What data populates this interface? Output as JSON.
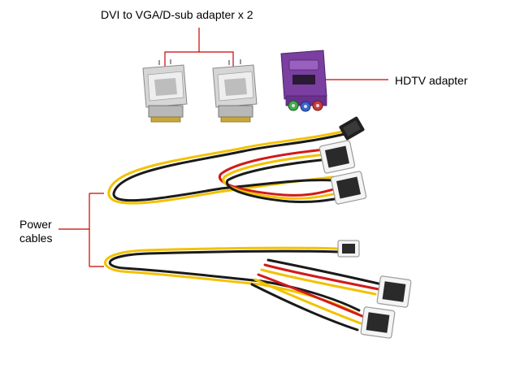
{
  "labels": {
    "dvi_adapter": "DVI to VGA/D-sub adapter x 2",
    "hdtv_adapter": "HDTV adapter",
    "power_cables_line1": "Power",
    "power_cables_line2": "cables"
  },
  "colors": {
    "callout_line": "#cc0000",
    "adapter_silver": "#c9c9c9",
    "adapter_purple": "#7a3fa0",
    "wire_yellow": "#f2c200",
    "wire_black": "#1a1a1a",
    "wire_red": "#d21a1a",
    "connector_white": "#f4f4f4",
    "connector_black": "#202020"
  }
}
